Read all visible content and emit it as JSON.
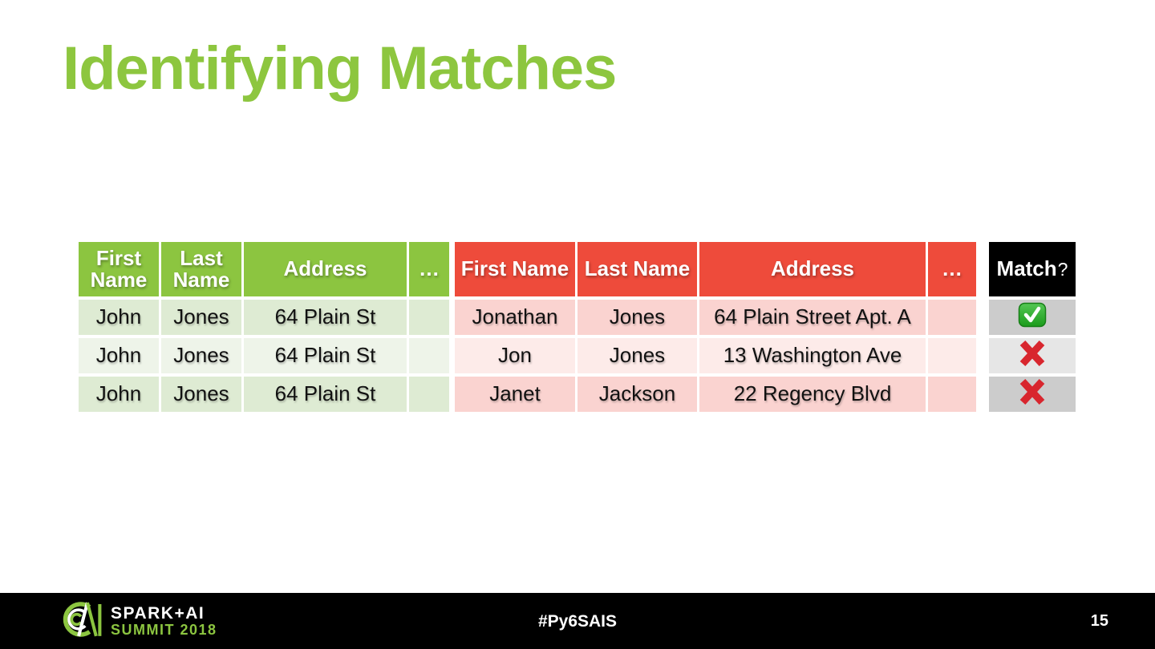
{
  "slide": {
    "title": "Identifying Matches",
    "page_number": "15"
  },
  "footer": {
    "hashtag": "#Py6SAIS",
    "logo_title": "SPARK+AI",
    "logo_subtitle": "SUMMIT 2018"
  },
  "colors": {
    "title_green": "#8DC63F",
    "left_header_bg": "#8CC540",
    "left_row_odd": "#DEEBD3",
    "left_row_even": "#EEF4E9",
    "right_header_bg": "#EE4B3B",
    "right_row_odd": "#FAD3D0",
    "right_row_even": "#FDEBE9",
    "match_header_bg": "#000000",
    "match_row_odd": "#CCCCCC",
    "match_row_even": "#E6E6E6",
    "check_green": "#2EA52E",
    "cross_red": "#D8262E",
    "footer_bg": "#000000"
  },
  "left_table": {
    "headers": {
      "first": "First Name",
      "last": "Last Name",
      "address": "Address",
      "more": "…"
    },
    "rows": [
      {
        "first": "John",
        "last": "Jones",
        "address": "64 Plain St"
      },
      {
        "first": "John",
        "last": "Jones",
        "address": "64 Plain St"
      },
      {
        "first": "John",
        "last": "Jones",
        "address": "64 Plain St"
      }
    ]
  },
  "right_table": {
    "headers": {
      "first": "First Name",
      "last": "Last Name",
      "address": "Address",
      "more": "…"
    },
    "rows": [
      {
        "first": "Jonathan",
        "last": "Jones",
        "address": "64 Plain Street Apt. A"
      },
      {
        "first": "Jon",
        "last": "Jones",
        "address": "13 Washington Ave"
      },
      {
        "first": "Janet",
        "last": "Jackson",
        "address": "22 Regency Blvd"
      }
    ]
  },
  "match_column": {
    "header": "Match",
    "header_suffix": "?",
    "results": [
      "check",
      "cross",
      "cross"
    ]
  }
}
